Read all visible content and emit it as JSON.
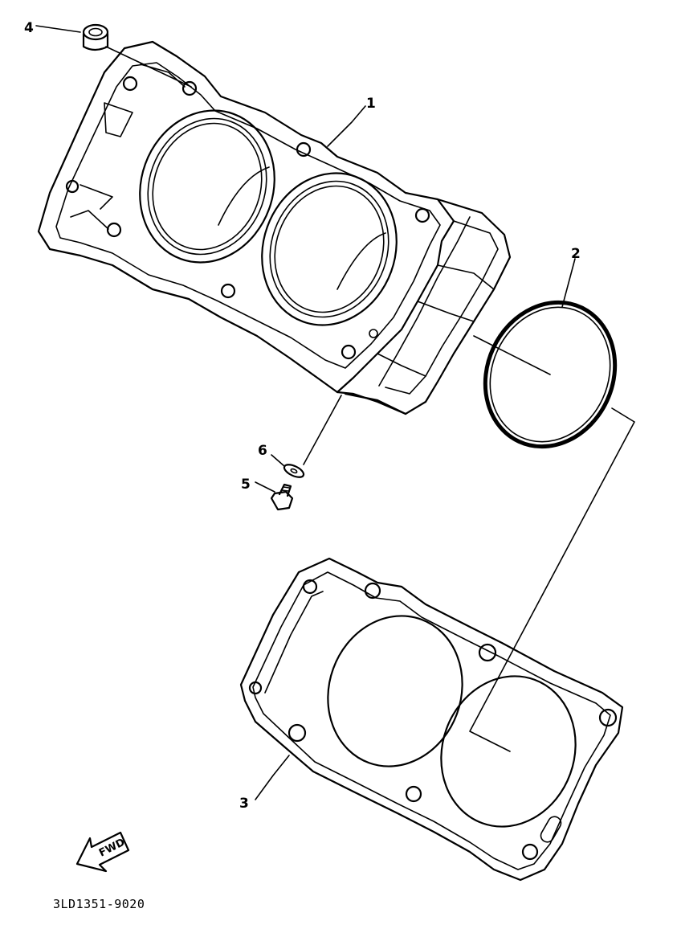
{
  "callouts": {
    "c1": "1",
    "c2": "2",
    "c3": "3",
    "c4": "4",
    "c5": "5",
    "c6": "6"
  },
  "fwd_arrow": {
    "label": "FWD"
  },
  "diagram_code": "3LD1351-9020"
}
